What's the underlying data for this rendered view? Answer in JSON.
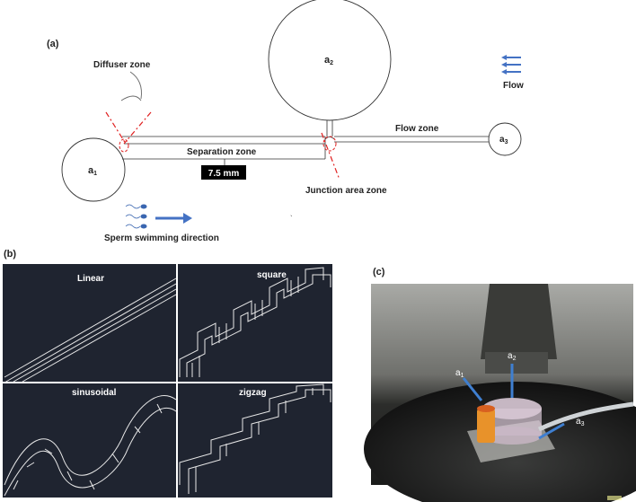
{
  "panels": {
    "a": {
      "label": "(a)",
      "circles": {
        "a1": "a",
        "a1_sub": "1",
        "a2": "a",
        "a2_sub": "2",
        "a3": "a",
        "a3_sub": "3"
      },
      "zones": {
        "diffuser": "Diffuser zone",
        "separation": "Separation zone",
        "flow": "Flow zone",
        "junction": "Junction area zone"
      },
      "length_badge": "7.5 mm",
      "flow_label": "Flow",
      "sperm_label": "Sperm swimming direction",
      "colors": {
        "arrow": "#4472c4",
        "marker": "#e02020",
        "sperm": "#3a66b0"
      }
    },
    "b": {
      "label": "(b)",
      "tiles": [
        {
          "name": "linear",
          "title": "Linear"
        },
        {
          "name": "square",
          "title": "square"
        },
        {
          "name": "sinusoidal",
          "title": "sinusoidal"
        },
        {
          "name": "zigzag",
          "title": "zigzag"
        }
      ],
      "colors": {
        "background": "#1f2430",
        "lines": "#e8e8e8"
      }
    },
    "c": {
      "label": "(c)",
      "labels": {
        "a1": "a",
        "a1_sub": "1",
        "a2": "a",
        "a2_sub": "2",
        "a3": "a",
        "a3_sub": "3"
      },
      "colors": {
        "reservoir_a1": "#e8922a",
        "arrow": "#3f7fd0"
      }
    }
  }
}
